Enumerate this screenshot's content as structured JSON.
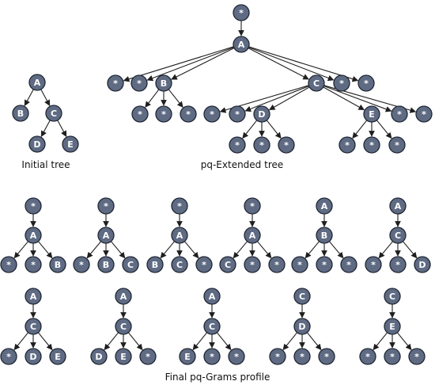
{
  "captions": {
    "initial": "Initial tree",
    "extended": "pq-Extended tree",
    "profile": "Final pq-Grams profile"
  },
  "colors": {
    "node_fill": "#5f6b83",
    "node_stroke": "#1f2633",
    "label": "#ffffff",
    "edge": "#1f1f1f"
  },
  "trees": {
    "initial": {
      "label": "A",
      "children": [
        {
          "label": "B"
        },
        {
          "label": "C",
          "children": [
            {
              "label": "D"
            },
            {
              "label": "E"
            }
          ]
        }
      ]
    },
    "extended": {
      "label": "*",
      "children": [
        {
          "label": "A",
          "children": [
            {
              "label": "*"
            },
            {
              "label": "*"
            },
            {
              "label": "B",
              "children": [
                {
                  "label": "*"
                },
                {
                  "label": "*"
                },
                {
                  "label": "*"
                }
              ]
            },
            {
              "label": "C",
              "children": [
                {
                  "label": "*"
                },
                {
                  "label": "*"
                },
                {
                  "label": "D",
                  "children": [
                    {
                      "label": "*"
                    },
                    {
                      "label": "*"
                    },
                    {
                      "label": "*"
                    }
                  ]
                },
                {
                  "label": "E",
                  "children": [
                    {
                      "label": "*"
                    },
                    {
                      "label": "*"
                    },
                    {
                      "label": "*"
                    }
                  ]
                },
                {
                  "label": "*"
                },
                {
                  "label": "*"
                }
              ]
            },
            {
              "label": "*"
            },
            {
              "label": "*"
            }
          ]
        }
      ]
    }
  },
  "pq_grams": [
    {
      "root": "*",
      "mid": "A",
      "leaves": [
        "*",
        "*",
        "B"
      ]
    },
    {
      "root": "*",
      "mid": "A",
      "leaves": [
        "*",
        "B",
        "C"
      ]
    },
    {
      "root": "*",
      "mid": "A",
      "leaves": [
        "B",
        "C",
        "*"
      ]
    },
    {
      "root": "*",
      "mid": "A",
      "leaves": [
        "C",
        "*",
        "*"
      ]
    },
    {
      "root": "A",
      "mid": "B",
      "leaves": [
        "*",
        "*",
        "*"
      ]
    },
    {
      "root": "A",
      "mid": "C",
      "leaves": [
        "*",
        "*",
        "D"
      ]
    },
    {
      "root": "A",
      "mid": "C",
      "leaves": [
        "*",
        "D",
        "E"
      ]
    },
    {
      "root": "A",
      "mid": "C",
      "leaves": [
        "D",
        "E",
        "*"
      ]
    },
    {
      "root": "A",
      "mid": "C",
      "leaves": [
        "E",
        "*",
        "*"
      ]
    },
    {
      "root": "C",
      "mid": "D",
      "leaves": [
        "*",
        "*",
        "*"
      ]
    },
    {
      "root": "C",
      "mid": "E",
      "leaves": [
        "*",
        "*",
        "*"
      ]
    }
  ]
}
